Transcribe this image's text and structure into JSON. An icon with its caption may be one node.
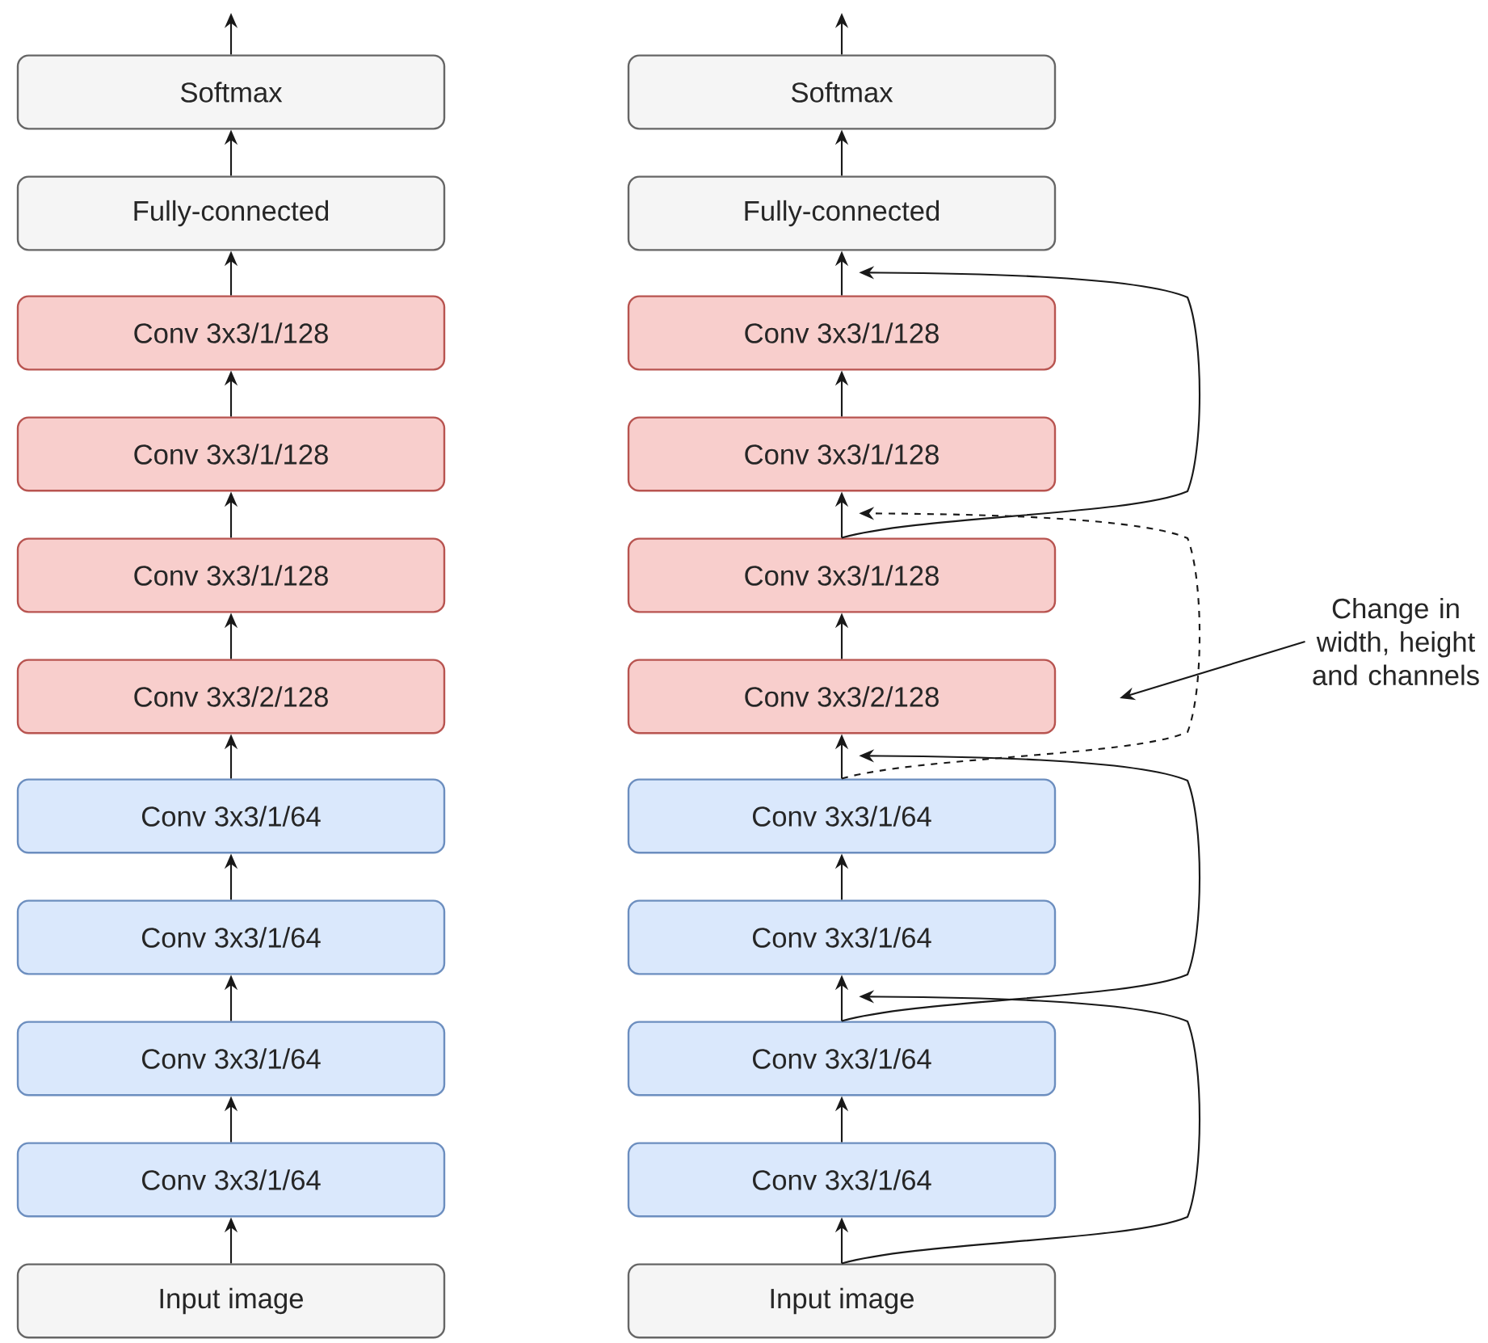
{
  "diagram": {
    "nodes": [
      {
        "text": [
          "Softmax"
        ]
      },
      {
        "text": [
          "Fully-connected"
        ]
      },
      {
        "text": [
          "Conv 3x3/1/128"
        ]
      },
      {
        "text": [
          "Conv 3x3/1/128"
        ]
      },
      {
        "text": [
          "Conv 3x3/1/128"
        ]
      },
      {
        "text": [
          "Conv 3x3/2/128"
        ]
      },
      {
        "text": [
          "Conv 3x3/1/64"
        ]
      },
      {
        "text": [
          "Conv 3x3/1/64"
        ]
      },
      {
        "text": [
          "Conv 3x3/1/64"
        ]
      },
      {
        "text": [
          "Conv 3x3/1/64"
        ]
      },
      {
        "text": [
          "Input image"
        ]
      },
      {
        "text": [
          "Softmax"
        ]
      },
      {
        "text": [
          "Fully-connected"
        ]
      },
      {
        "text": [
          "Conv 3x3/1/128"
        ]
      },
      {
        "text": [
          "Conv 3x3/1/128"
        ]
      },
      {
        "text": [
          "Conv 3x3/1/128"
        ]
      },
      {
        "text": [
          "Conv 3x3/2/128"
        ]
      },
      {
        "text": [
          "Conv 3x3/1/64"
        ]
      },
      {
        "text": [
          "Conv 3x3/1/64"
        ]
      },
      {
        "text": [
          "Conv 3x3/1/64"
        ]
      },
      {
        "text": [
          "Conv 3x3/1/64"
        ]
      },
      {
        "text": [
          "Input image"
        ]
      },
      {
        "text": [
          "Change in width, height and channels"
        ]
      }
    ],
    "edges": [
      {
        "from": 10,
        "to": 9,
        "arrow": "to"
      },
      {
        "from": 9,
        "to": 8,
        "arrow": "to"
      },
      {
        "from": 8,
        "to": 7,
        "arrow": "to"
      },
      {
        "from": 7,
        "to": 6,
        "arrow": "to"
      },
      {
        "from": 6,
        "to": 5,
        "arrow": "to"
      },
      {
        "from": 5,
        "to": 4,
        "arrow": "to"
      },
      {
        "from": 4,
        "to": 3,
        "arrow": "to"
      },
      {
        "from": 3,
        "to": 2,
        "arrow": "to"
      },
      {
        "from": 2,
        "to": 1,
        "arrow": "to"
      },
      {
        "from": 1,
        "to": 0,
        "arrow": "to"
      },
      {
        "from": 0,
        "to": null,
        "arrow": "to"
      },
      {
        "from": 21,
        "to": 20,
        "arrow": "to"
      },
      {
        "from": 20,
        "to": 19,
        "arrow": "to"
      },
      {
        "from": 19,
        "to": 18,
        "arrow": "to"
      },
      {
        "from": 18,
        "to": 17,
        "arrow": "to"
      },
      {
        "from": 17,
        "to": 16,
        "arrow": "to"
      },
      {
        "from": 16,
        "to": 15,
        "arrow": "to"
      },
      {
        "from": 15,
        "to": 14,
        "arrow": "to"
      },
      {
        "from": 14,
        "to": 13,
        "arrow": "to"
      },
      {
        "from": 13,
        "to": 12,
        "arrow": "to"
      },
      {
        "from": 12,
        "to": 11,
        "arrow": "to"
      },
      {
        "from": 11,
        "to": null,
        "arrow": "to"
      },
      {
        "from": 21,
        "to": 18,
        "arrow": "to"
      },
      {
        "from": 19,
        "to": 16,
        "arrow": "to"
      },
      {
        "from": 17,
        "to": 14,
        "arrow": "to",
        "style": "dashed"
      },
      {
        "from": 15,
        "to": 12,
        "arrow": "to"
      },
      {
        "from": 22,
        "to": null,
        "arrow": "to"
      }
    ]
  }
}
